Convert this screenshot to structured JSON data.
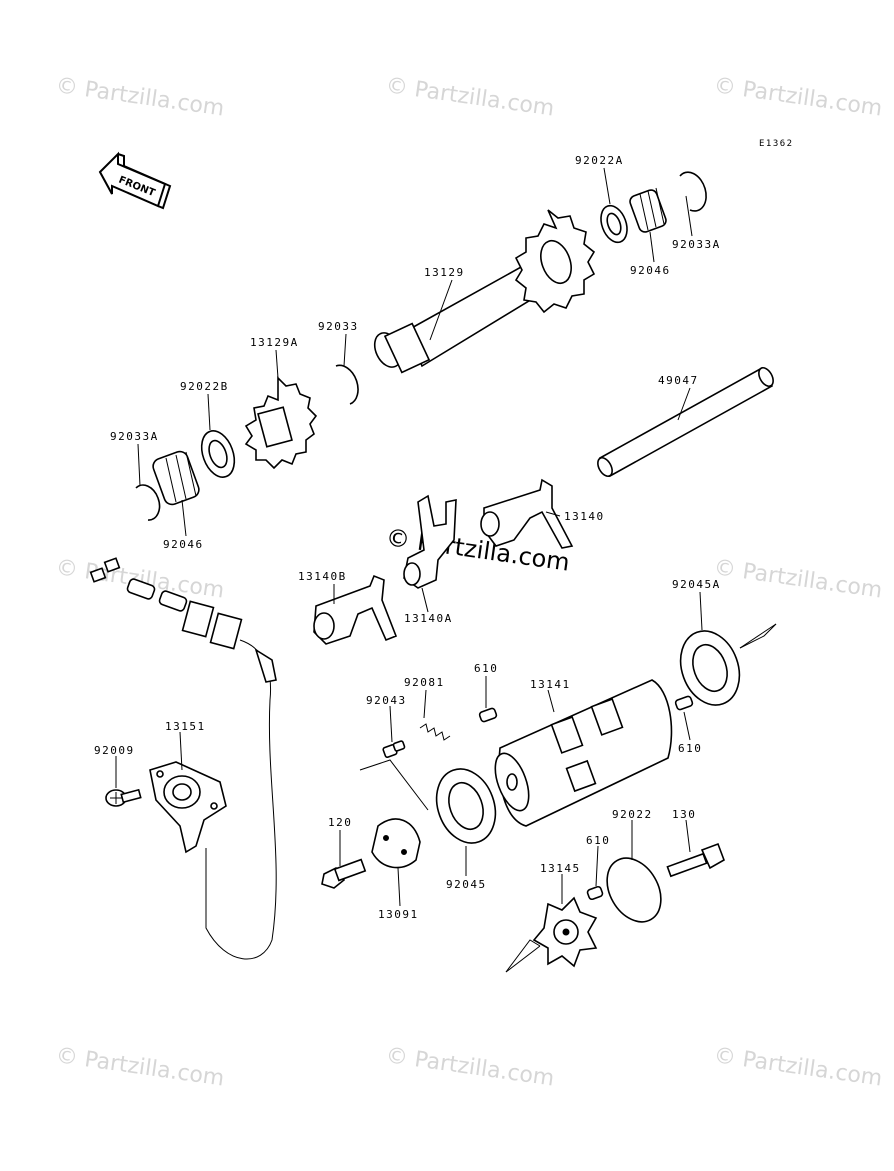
{
  "diagram": {
    "code": "E1362",
    "front_label": "FRONT",
    "watermarks": [
      "© Partzilla.com",
      "© Partzilla.com",
      "© Partzilla.com",
      "© Partzilla.com",
      "© Partzilla.com",
      "© Partzilla.com",
      "© Partzilla.com",
      "© Partzilla.com"
    ],
    "center_watermark": "© Partzilla.com",
    "parts": {
      "p92022A": "92022A",
      "p92033A_top": "92033A",
      "p92046_top": "92046",
      "p13129": "13129",
      "p92033": "92033",
      "p13129A": "13129A",
      "p92022B": "92022B",
      "p92033A_left": "92033A",
      "p92046_left": "92046",
      "p49047": "49047",
      "p13140": "13140",
      "p13140B": "13140B",
      "p13140A": "13140A",
      "p92045A": "92045A",
      "p610_a": "610",
      "p92081": "92081",
      "p13141": "13141",
      "p92043": "92043",
      "p610_b": "610",
      "p13151": "13151",
      "p92009": "92009",
      "p120": "120",
      "p92045": "92045",
      "p13091": "13091",
      "p610_c": "610",
      "p92022": "92022",
      "p130": "130",
      "p13145": "13145"
    }
  }
}
